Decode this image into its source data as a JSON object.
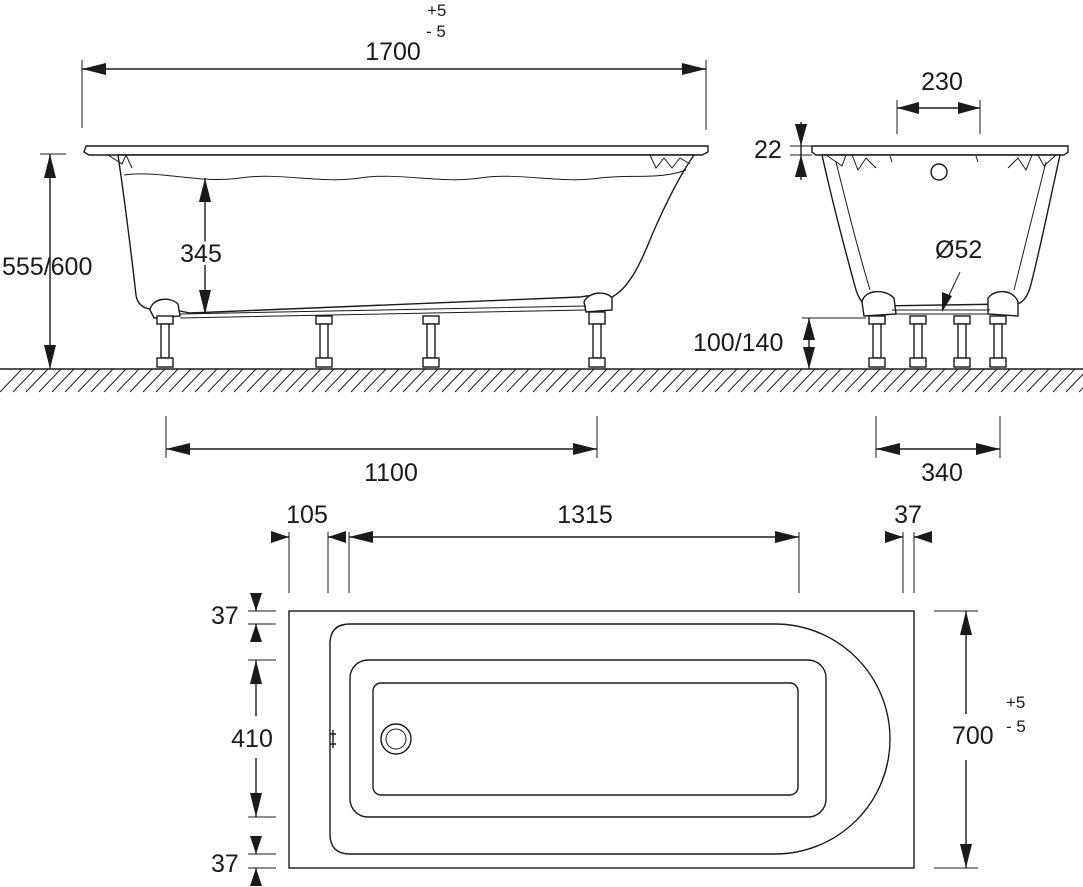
{
  "side_view": {
    "length": "1700",
    "length_tol_plus": "+5",
    "length_tol_minus": "- 5",
    "height": "555/600",
    "inner_depth": "345",
    "leg_spacing": "1100"
  },
  "end_view": {
    "top_width": "230",
    "rim_thickness": "22",
    "drain_diameter": "Ø52",
    "leg_height": "100/140",
    "leg_spacing": "340"
  },
  "top_view": {
    "left_rim": "105",
    "inner_length": "1315",
    "right_rim": "37",
    "top_rim": "37",
    "inner_width": "410",
    "bottom_rim": "37",
    "width": "700",
    "width_tol_plus": "+5",
    "width_tol_minus": "- 5"
  }
}
